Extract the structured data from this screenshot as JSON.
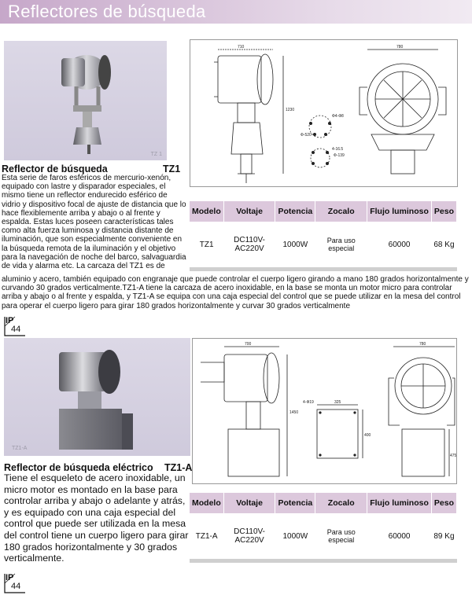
{
  "header": {
    "title": "Reflectores de búsqueda"
  },
  "table_headers": [
    "Modelo",
    "Voltaje",
    "Potencia",
    "Zocalo",
    "Flujo luminoso",
    "Peso"
  ],
  "products": [
    {
      "photo_label": "TZ 1",
      "title": "Reflector de búsqueda",
      "code": "TZ1",
      "description_wrapped": "Esta serie de faros esféricos de mercurio-xenón, equipado con lastre y disparador especiales, el mismo tiene un reflector endurecido esférico de vidrio y dispositivo focal de ajuste de distancia que lo hace flexiblemente arriba y abajo o al frente y espalda. Estas luces poseen características tales como alta fuerza luminosa y distancia distante de iluminación, que son especialmente conveniente en la búsqueda remota de la iluminación y el objetivo para la navegación de noche del barco, salvaguardia de vida y alarma etc. La carcaza del TZ1 es de",
      "description_full": "aluminio y acero, también equipado con engranaje que puede controlar el cuerpo ligero girando a mano 180 grados horizontalmente y curvando 30 grados verticalmente.TZ1-A tiene la carcaza de acero inoxidable, en la base se monta un motor micro para controlar arriba y abajo o al frente y espalda, y TZ1-A se equipa con una caja especial del control que se puede utilizar en la mesa del control para operar el cuerpo ligero para girar 180 grados horizontalmente y curvar 30 grados verticalmente",
      "ip": {
        "label": "IP",
        "value": "44"
      },
      "spec": {
        "modelo": "TZ1",
        "voltaje": "DC110V-AC220V",
        "potencia": "1000W",
        "zocalo": "Para uso especial",
        "flujo": "60000",
        "peso": "68 Kg"
      },
      "dims": {
        "w1": "Ф4-Ф8",
        "w2": "Ф-520",
        "w3": "4-16.5",
        "w4": "Ф-139",
        "h": "1230",
        "top": "710",
        "topb": "780"
      }
    },
    {
      "photo_label": "TZ1-A",
      "title": "Reflector de búsqueda eléctrico",
      "code": "TZ1-A",
      "description": "Tiene el esqueleto de acero inoxidable, un micro motor es montado en la base para controlar arriba y abajo o adelante y atrás, y es equipado con una caja especial del control que puede ser utilizada en la mesa del control tiene un cuerpo ligero para girar 180 grados horizontalmente y 30 grados verticalmente.",
      "ip": {
        "label": "IP",
        "value": "44"
      },
      "spec": {
        "modelo": "TZ1-A",
        "voltaje": "DC110V-AC220V",
        "potencia": "1000W",
        "zocalo": "Para uso especial",
        "flujo": "60000",
        "peso": "89 Kg"
      },
      "dims": {
        "a": "4-Ф19",
        "b": "325",
        "c": "400",
        "h": "1450",
        "d": "475",
        "top": "700",
        "topb": "780"
      }
    }
  ],
  "colors": {
    "header": "#c6a7c9",
    "table_header": "#dcc8dc",
    "photo_bg": "#d6d2e2"
  }
}
